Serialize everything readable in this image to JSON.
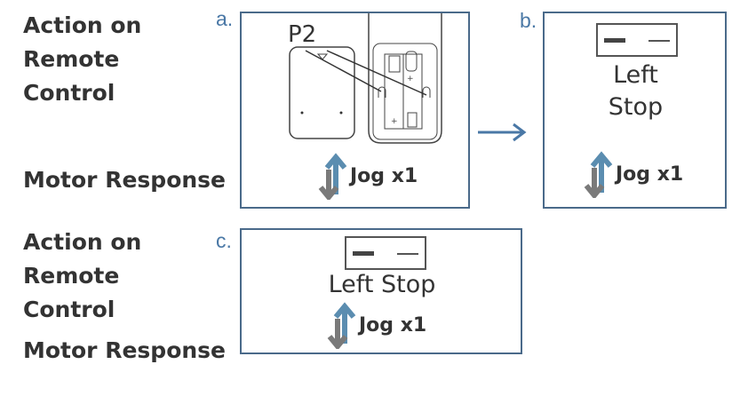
{
  "row1": {
    "action_label": [
      "Action on",
      "Remote",
      "Control"
    ],
    "motor_label": "Motor Response"
  },
  "row2": {
    "action_label": [
      "Action on",
      "Remote",
      "Control"
    ],
    "motor_label": "Motor Response"
  },
  "step_a": {
    "letter": "a.",
    "button_label": "P2",
    "response": "Jog x1"
  },
  "step_b": {
    "letter": "b.",
    "display_text": [
      "Left",
      "Stop"
    ],
    "response": "Jog x1"
  },
  "step_c": {
    "letter": "c.",
    "display_text": "Left Stop",
    "response": "Jog x1"
  },
  "colors": {
    "border": "#4a6a8a",
    "letter": "#4a78a6",
    "arrow_up": "#5b8db0",
    "arrow_down": "#7a7a7a"
  }
}
